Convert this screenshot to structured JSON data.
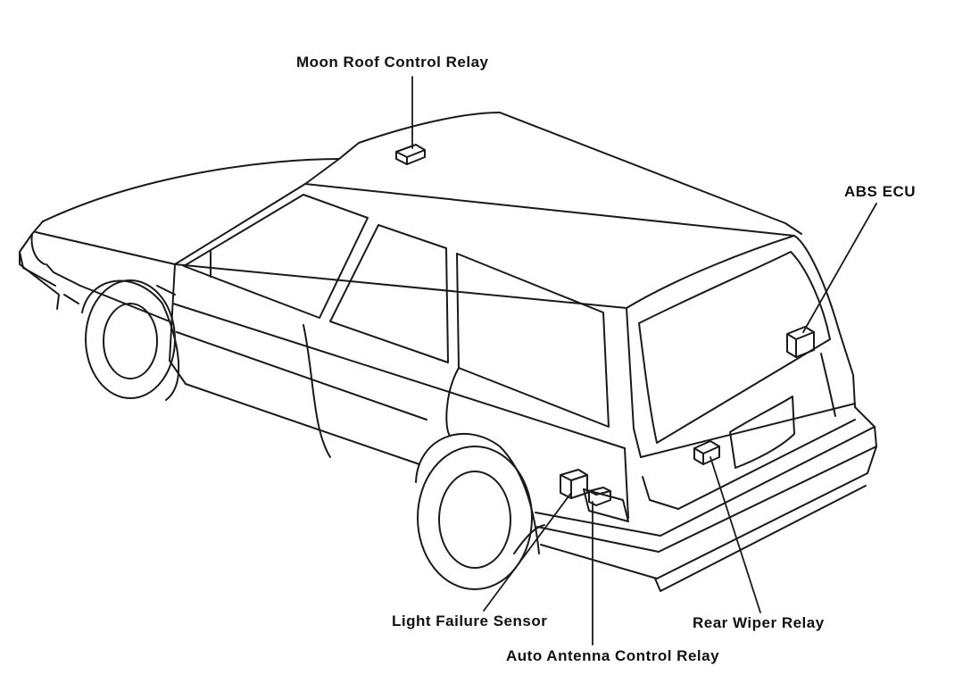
{
  "diagram": {
    "labels": {
      "moon_roof_control_relay": "Moon Roof Control Relay",
      "abs_ecu": "ABS ECU",
      "light_failure_sensor": "Light Failure Sensor",
      "rear_wiper_relay": "Rear Wiper Relay",
      "auto_antenna_control_relay": "Auto Antenna Control Relay"
    },
    "colors": {
      "line": "#1a1a1a",
      "background": "#ffffff"
    }
  }
}
